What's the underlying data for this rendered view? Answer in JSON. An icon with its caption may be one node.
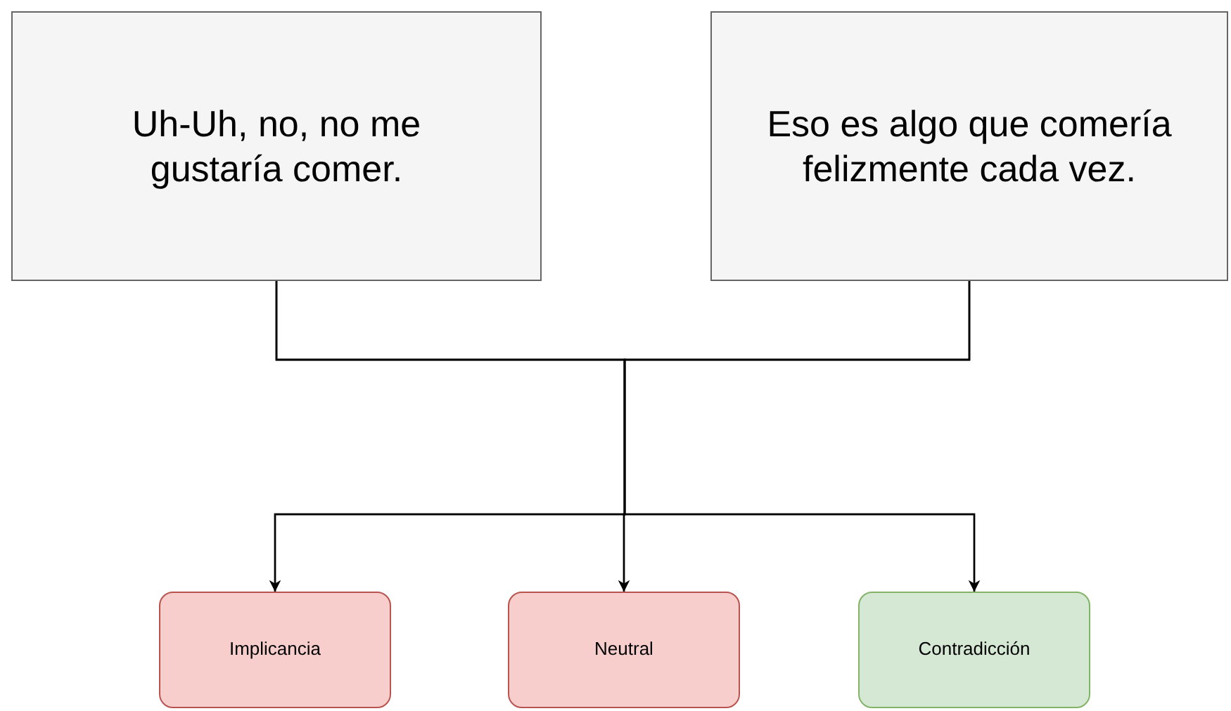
{
  "diagram": {
    "nodes": [
      {
        "text": [
          "Uh-Uh, no, no me gustaría comer."
        ]
      },
      {
        "text": [
          "Eso es algo que comería felizmente cada vez."
        ]
      },
      {
        "text": [
          "Implicancia"
        ]
      },
      {
        "text": [
          "Neutral"
        ]
      },
      {
        "text": [
          "Contradicción"
        ]
      }
    ],
    "edges": [
      {
        "from": 0,
        "to": 2,
        "arrow": "to"
      },
      {
        "from": 0,
        "to": 3,
        "arrow": "to"
      },
      {
        "from": 0,
        "to": 4,
        "arrow": "to"
      },
      {
        "from": 1,
        "to": 2,
        "arrow": "to"
      },
      {
        "from": 1,
        "to": 3,
        "arrow": "to"
      },
      {
        "from": 1,
        "to": 4,
        "arrow": "to"
      }
    ]
  }
}
